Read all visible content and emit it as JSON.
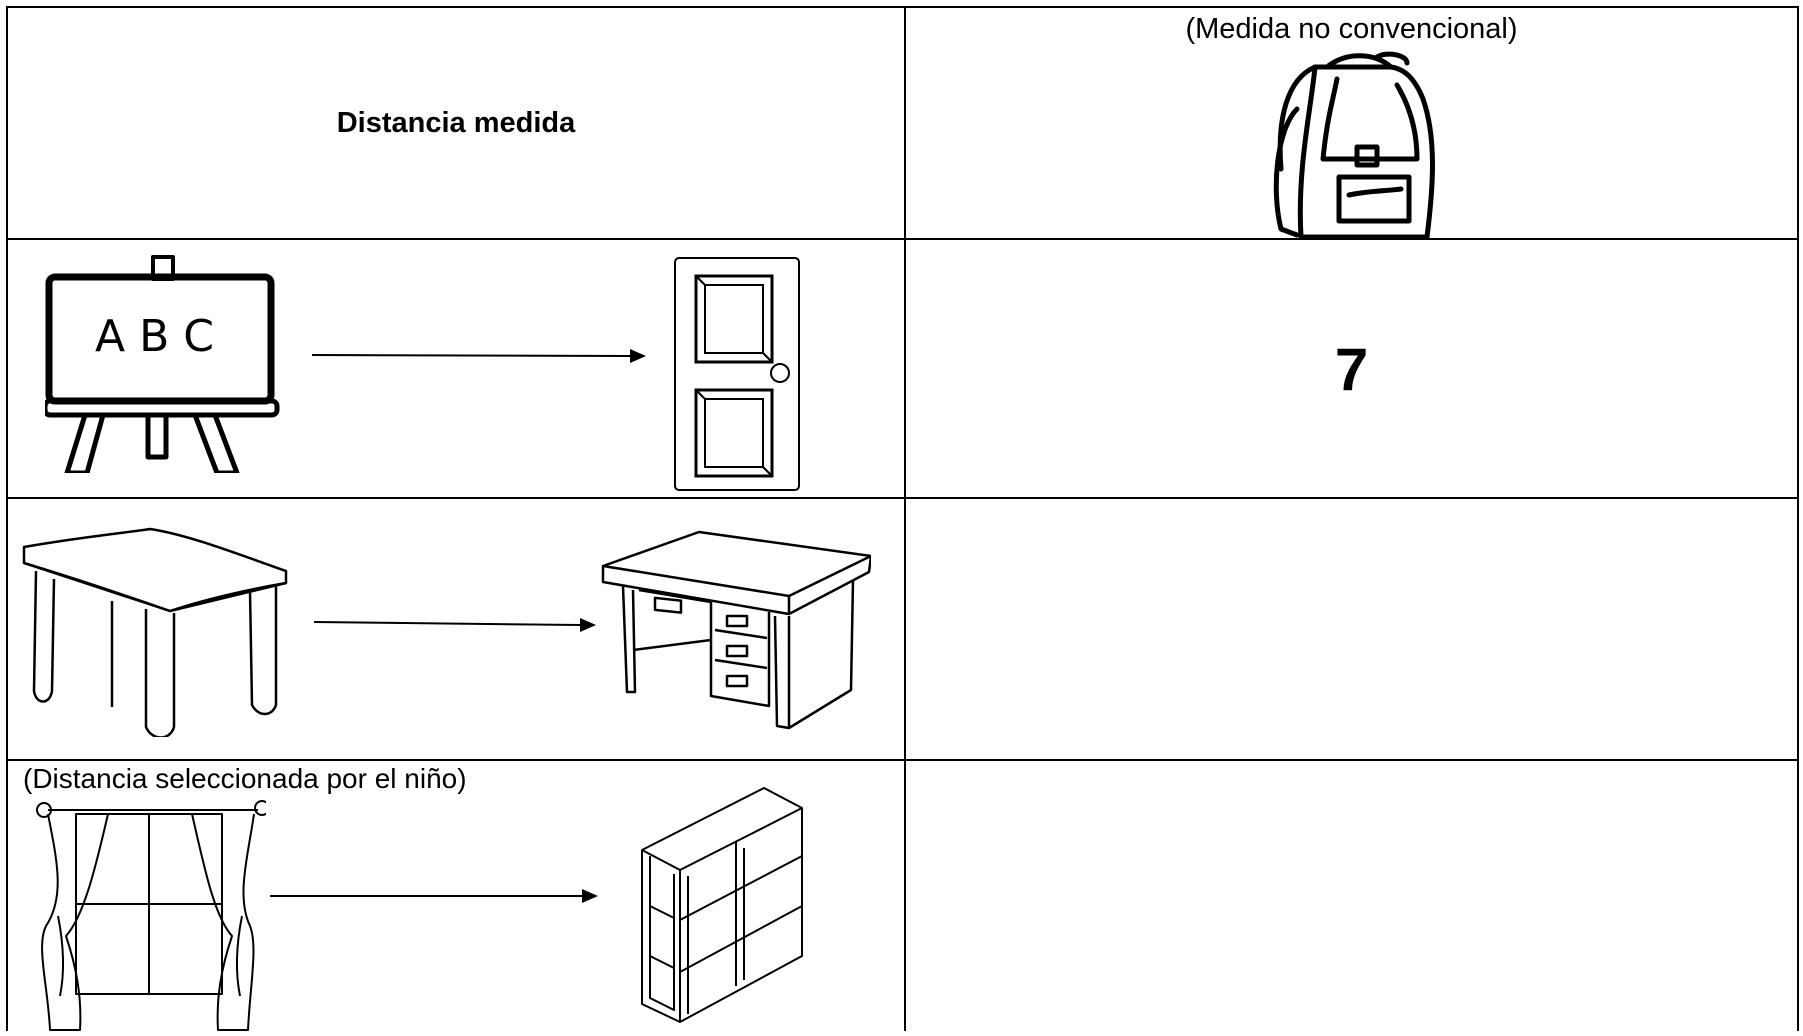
{
  "table": {
    "header": {
      "distance_label": "Distancia medida",
      "unit_note": "(Medida no convencional)",
      "unit_icon": "backpack-icon"
    },
    "rows": [
      {
        "from_icon": "chalkboard-easel-icon",
        "from_text": "A B C",
        "arrow": "arrow-right-icon",
        "to_icon": "door-icon",
        "measure": "7"
      },
      {
        "from_icon": "table-icon",
        "arrow": "arrow-right-icon",
        "to_icon": "desk-icon",
        "measure": ""
      },
      {
        "note": "(Distancia seleccionada por el niño)",
        "from_icon": "window-curtains-icon",
        "arrow": "arrow-right-icon",
        "to_icon": "bookshelf-icon",
        "measure": ""
      }
    ]
  }
}
